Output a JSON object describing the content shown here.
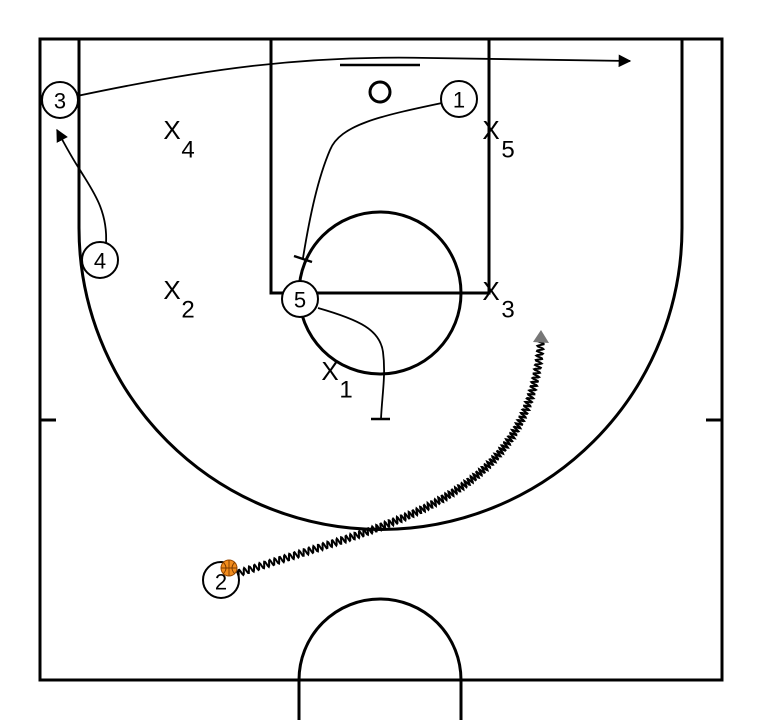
{
  "offense": [
    {
      "id": "o1",
      "label": "1"
    },
    {
      "id": "o2",
      "label": "2"
    },
    {
      "id": "o3",
      "label": "3"
    },
    {
      "id": "o4",
      "label": "4"
    },
    {
      "id": "o5",
      "label": "5"
    }
  ],
  "defense": [
    {
      "id": "x1",
      "letter": "X",
      "number": "1"
    },
    {
      "id": "x2",
      "letter": "X",
      "number": "2"
    },
    {
      "id": "x3",
      "letter": "X",
      "number": "3"
    },
    {
      "id": "x4",
      "letter": "X",
      "number": "4"
    },
    {
      "id": "x5",
      "letter": "X",
      "number": "5"
    }
  ],
  "ball_holder": "2",
  "colors": {
    "lines": "#000000",
    "ball": "#f28c1c",
    "arrow_head_dribble": "#777777"
  }
}
